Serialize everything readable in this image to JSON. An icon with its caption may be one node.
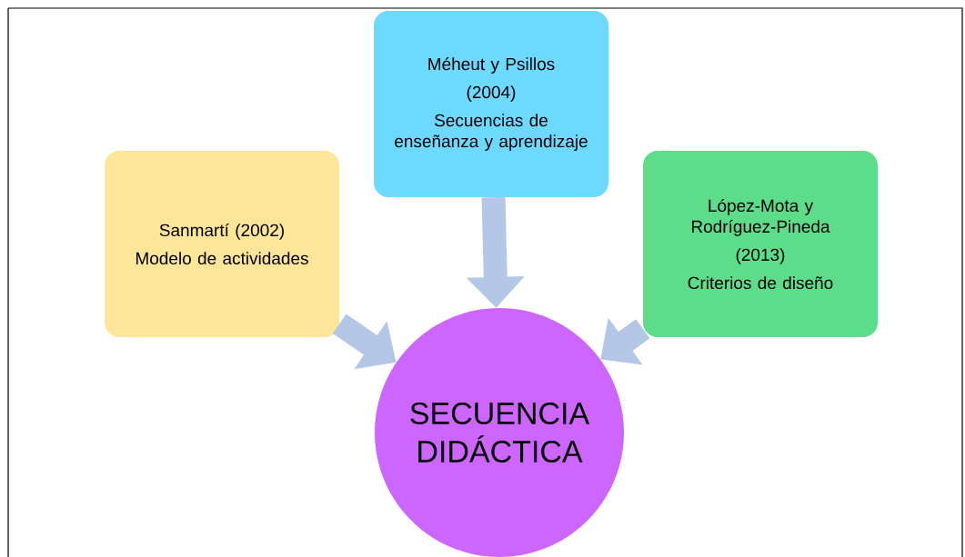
{
  "diagram": {
    "nodes": [
      {
        "text": [
          "Sanmartí (2002)",
          "Modelo de actividades"
        ]
      },
      {
        "text": [
          "Méheut y Psillos",
          "(2004)",
          "Secuencias de enseñanza y aprendizaje"
        ]
      },
      {
        "text": [
          "López-Mota y Rodríguez-Pineda",
          "(2013)",
          "Criterios de diseño"
        ]
      },
      {
        "text": [
          "SECUENCIA DIDÁCTICA"
        ]
      }
    ],
    "edges": [
      {
        "from": 0,
        "to": 3,
        "arrow": "to"
      },
      {
        "from": 1,
        "to": 3,
        "arrow": "to"
      },
      {
        "from": 2,
        "to": 3,
        "arrow": "to"
      }
    ]
  }
}
